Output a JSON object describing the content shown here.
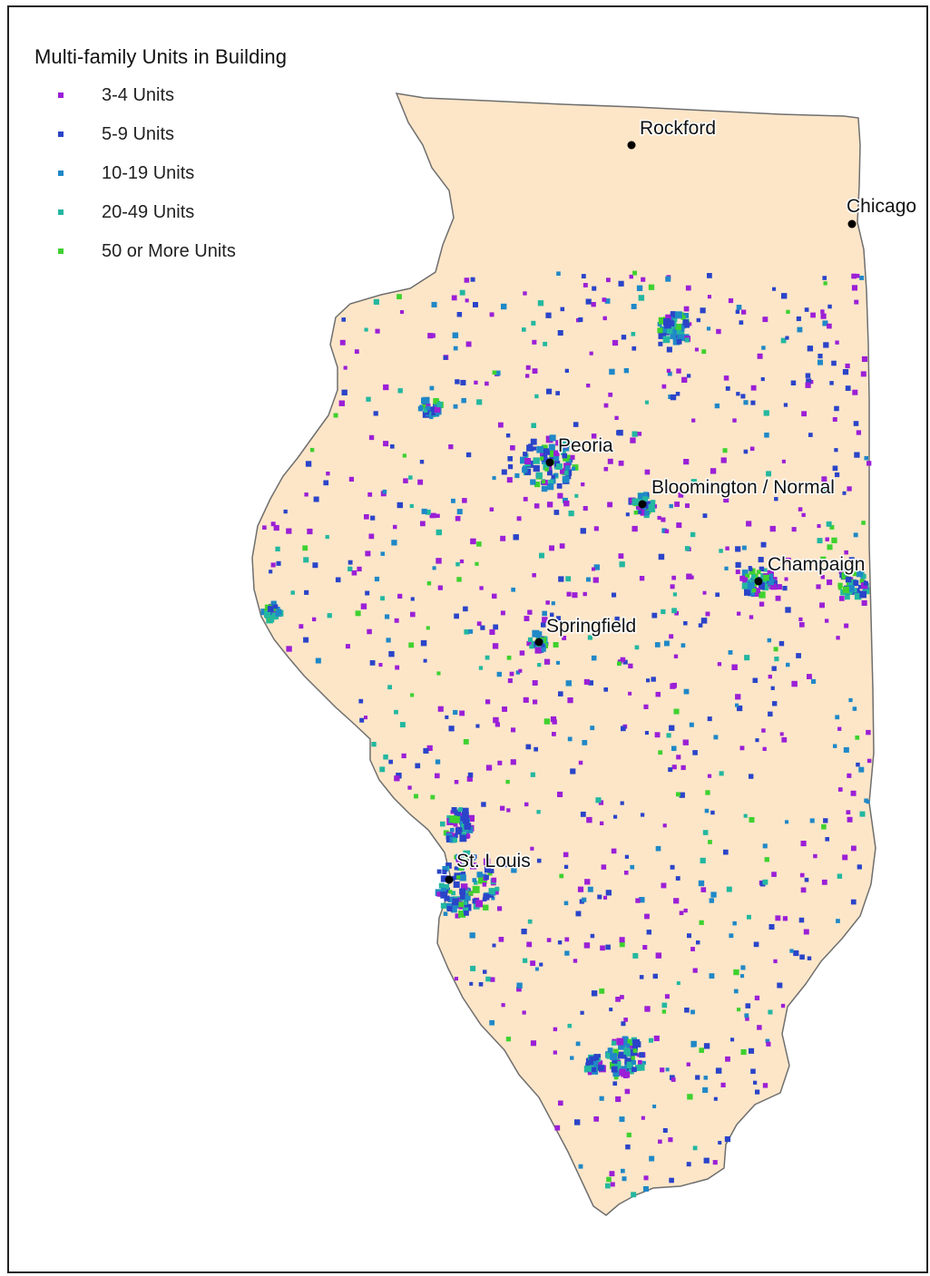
{
  "legend": {
    "title": "Multi-family Units in Building",
    "items": [
      {
        "label": "3-4 Units",
        "color": "#9b1fd6"
      },
      {
        "label": "5-9 Units",
        "color": "#2a44c9"
      },
      {
        "label": "10-19 Units",
        "color": "#1f88c7"
      },
      {
        "label": "20-49 Units",
        "color": "#23b7a0"
      },
      {
        "label": "50 or More Units",
        "color": "#3fd12f"
      }
    ]
  },
  "map": {
    "state_fill": "#fde6c8",
    "state_stroke": "#6f6f6f",
    "city_marker_color": "#000000",
    "cities": [
      {
        "name": "Rockford"
      },
      {
        "name": "Chicago"
      },
      {
        "name": "Peoria"
      },
      {
        "name": "Bloomington / Normal"
      },
      {
        "name": "Champaign"
      },
      {
        "name": "Springfield"
      },
      {
        "name": "St. Louis"
      }
    ]
  }
}
